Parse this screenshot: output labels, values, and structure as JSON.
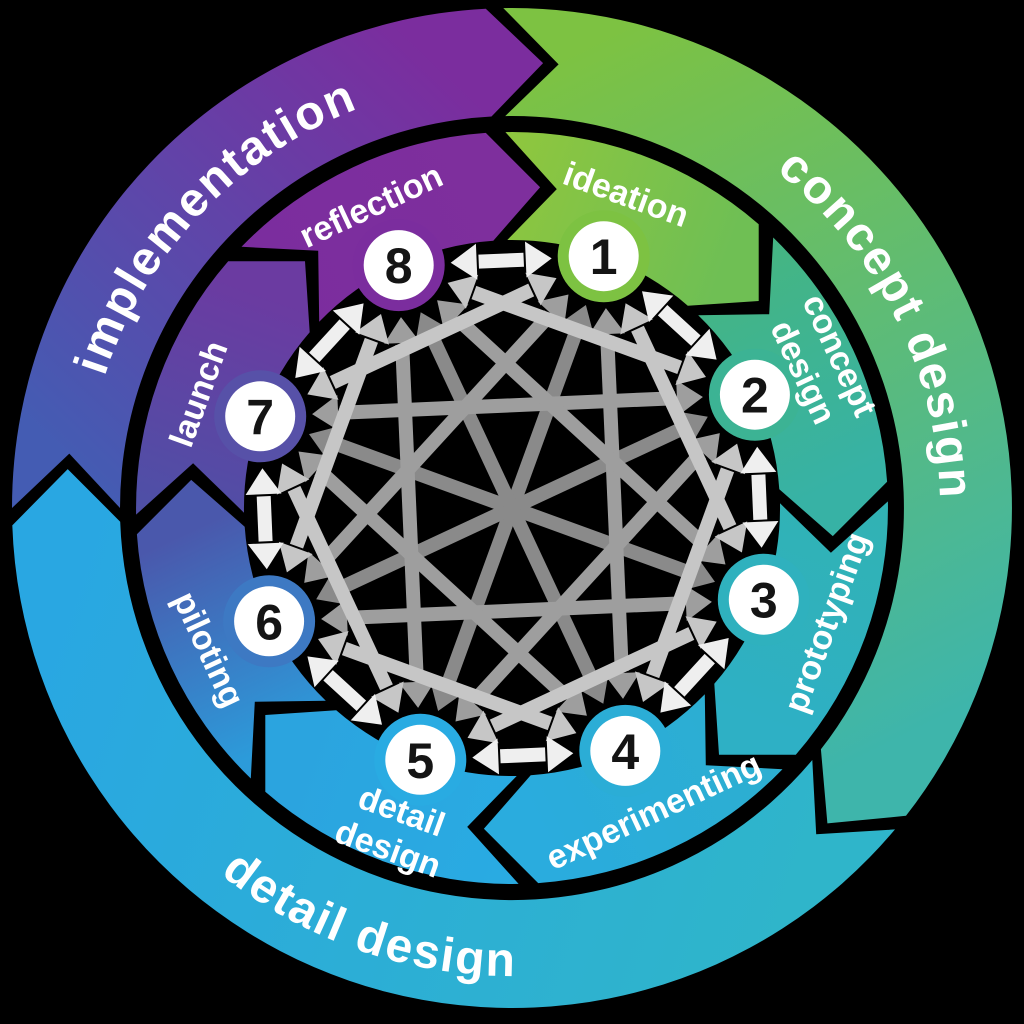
{
  "background_color": "#000000",
  "outer_ring": {
    "text_color": "#FFFFFF",
    "segments": [
      {
        "label": "concept design",
        "color_start": "#7DC242",
        "color_end": "#3EB5AB"
      },
      {
        "label": "detail design",
        "color_start": "#2FB5CA",
        "color_end": "#29A7E2"
      },
      {
        "label": "implementation",
        "color_start": "#445CB3",
        "color_end": "#7B2D9E"
      }
    ]
  },
  "stages": [
    {
      "num": "1",
      "label_lines": [
        "ideation"
      ],
      "wedge_color_start": "#8DC63F",
      "wedge_color_end": "#6FBF54",
      "node_color": "#7DC242"
    },
    {
      "num": "2",
      "label_lines": [
        "concept",
        "design"
      ],
      "wedge_color_start": "#44B584",
      "wedge_color_end": "#37B2A5",
      "node_color": "#3CB394"
    },
    {
      "num": "3",
      "label_lines": [
        "prototyping"
      ],
      "wedge_color_start": "#31B2B4",
      "wedge_color_end": "#2EB0C5",
      "node_color": "#2FB1BE"
    },
    {
      "num": "4",
      "label_lines": [
        "experimenting"
      ],
      "wedge_color_start": "#2CAED1",
      "wedge_color_end": "#2AACDE",
      "node_color": "#2BADD6"
    },
    {
      "num": "5",
      "label_lines": [
        "detail",
        "design"
      ],
      "wedge_color_start": "#29ABE2",
      "wedge_color_end": "#2BA4DF",
      "node_color": "#29ABE2"
    },
    {
      "num": "6",
      "label_lines": [
        "piloting"
      ],
      "wedge_color_start": "#2C9BDA",
      "wedge_color_end": "#4A58AC",
      "node_color": "#3D79C3"
    },
    {
      "num": "7",
      "label_lines": [
        "launch"
      ],
      "wedge_color_start": "#4F4FA6",
      "wedge_color_end": "#6B3BA1",
      "node_color": "#5751A8"
    },
    {
      "num": "8",
      "label_lines": [
        "reflection"
      ],
      "wedge_color_start": "#7B2D9E",
      "wedge_color_end": "#7E2F9D",
      "node_color": "#7B2D9E"
    }
  ],
  "stage_text_color": "#FFFFFF",
  "node_fill": "#FFFFFF",
  "node_number_color": "#141414",
  "connection_arrow_colors": {
    "adjacent": "#EFEFEF",
    "skip_one": "#C6C6C6",
    "skip_two": "#9E9E9E",
    "opposite": "#8A8A8A"
  }
}
